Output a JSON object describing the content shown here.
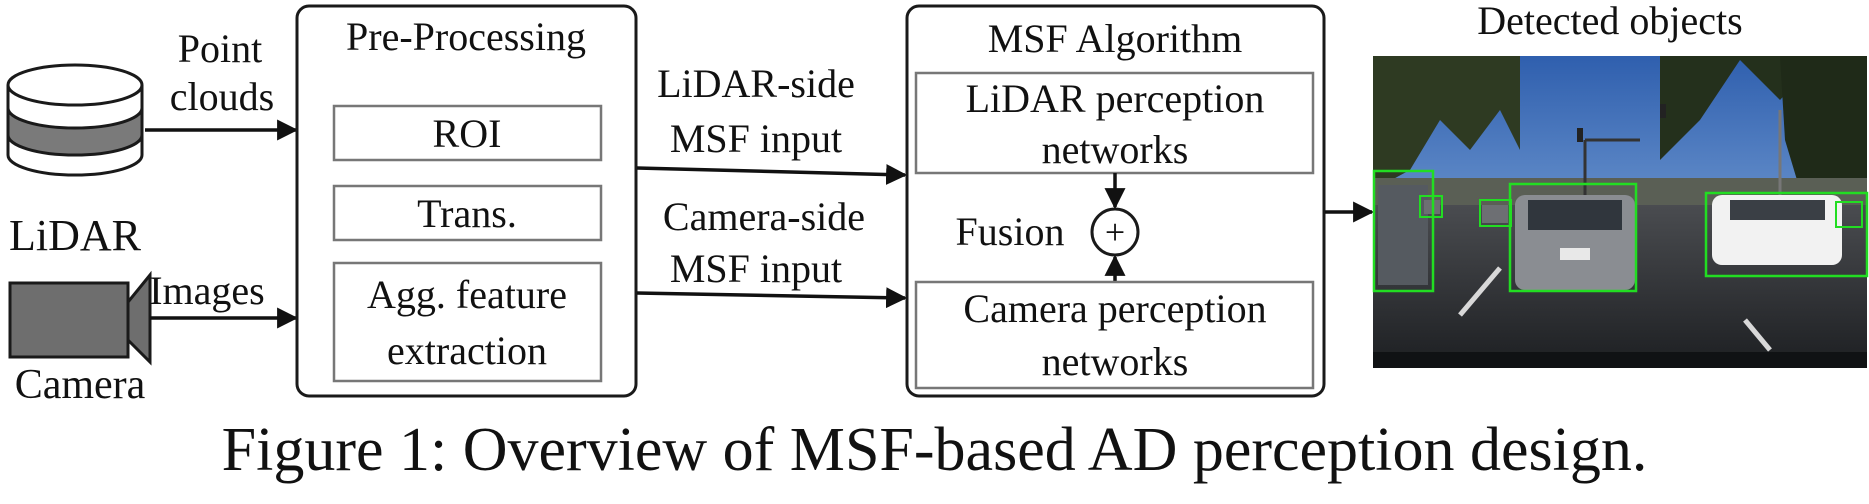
{
  "inputs": {
    "lidar_label": "LiDAR",
    "camera_label": "Camera",
    "point_clouds_line1": "Point",
    "point_clouds_line2": "clouds",
    "images_label": "Images"
  },
  "preprocessing": {
    "title": "Pre-Processing",
    "roi": "ROI",
    "trans": "Trans.",
    "agg_line1": "Agg. feature",
    "agg_line2": "extraction"
  },
  "connectors": {
    "lidar_side_line1": "LiDAR-side",
    "lidar_side_line2": "MSF input",
    "camera_side_line1": "Camera-side",
    "camera_side_line2": "MSF input"
  },
  "msf": {
    "title": "MSF Algorithm",
    "lidar_net_line1": "LiDAR perception",
    "lidar_net_line2": "networks",
    "fusion_label": "Fusion",
    "fusion_symbol": "+",
    "camera_net_line1": "Camera perception",
    "camera_net_line2": "networks"
  },
  "output": {
    "title": "Detected objects"
  },
  "caption": "Figure 1: Overview of MSF-based AD perception design.",
  "colors": {
    "detection_box": "#22dd22",
    "sky": "#4a7fc8",
    "road": "#3a3c40"
  }
}
